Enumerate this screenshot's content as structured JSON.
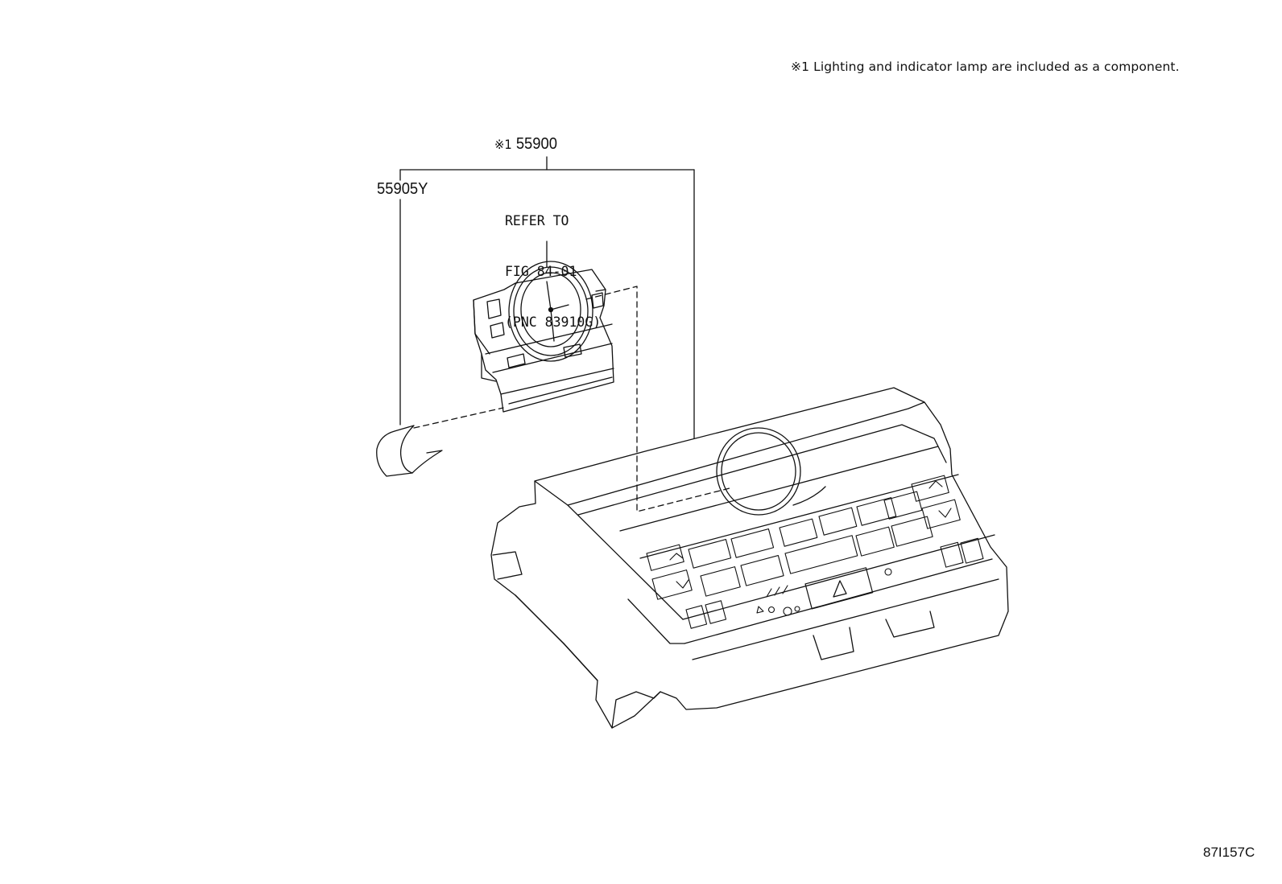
{
  "note": {
    "mark": "※1",
    "text": "Lighting and indicator lamp are included as a component."
  },
  "callouts": {
    "clock": {
      "mark": "※1",
      "part_number": "55900"
    },
    "cover": {
      "part_number": "55905Y"
    }
  },
  "refer": {
    "line1": "REFER TO",
    "line2": "FIG 84-01",
    "line3": "(PNC 83910G)"
  },
  "figure_id": "87I157C",
  "parts": [
    {
      "name": "clock-assembly",
      "icon": "clock-icon"
    },
    {
      "name": "trim-cover",
      "icon": "trim-piece-icon"
    },
    {
      "name": "center-console-panel",
      "icon": "control-panel-icon"
    },
    {
      "name": "hazard-button",
      "icon": "hazard-triangle-icon"
    }
  ]
}
